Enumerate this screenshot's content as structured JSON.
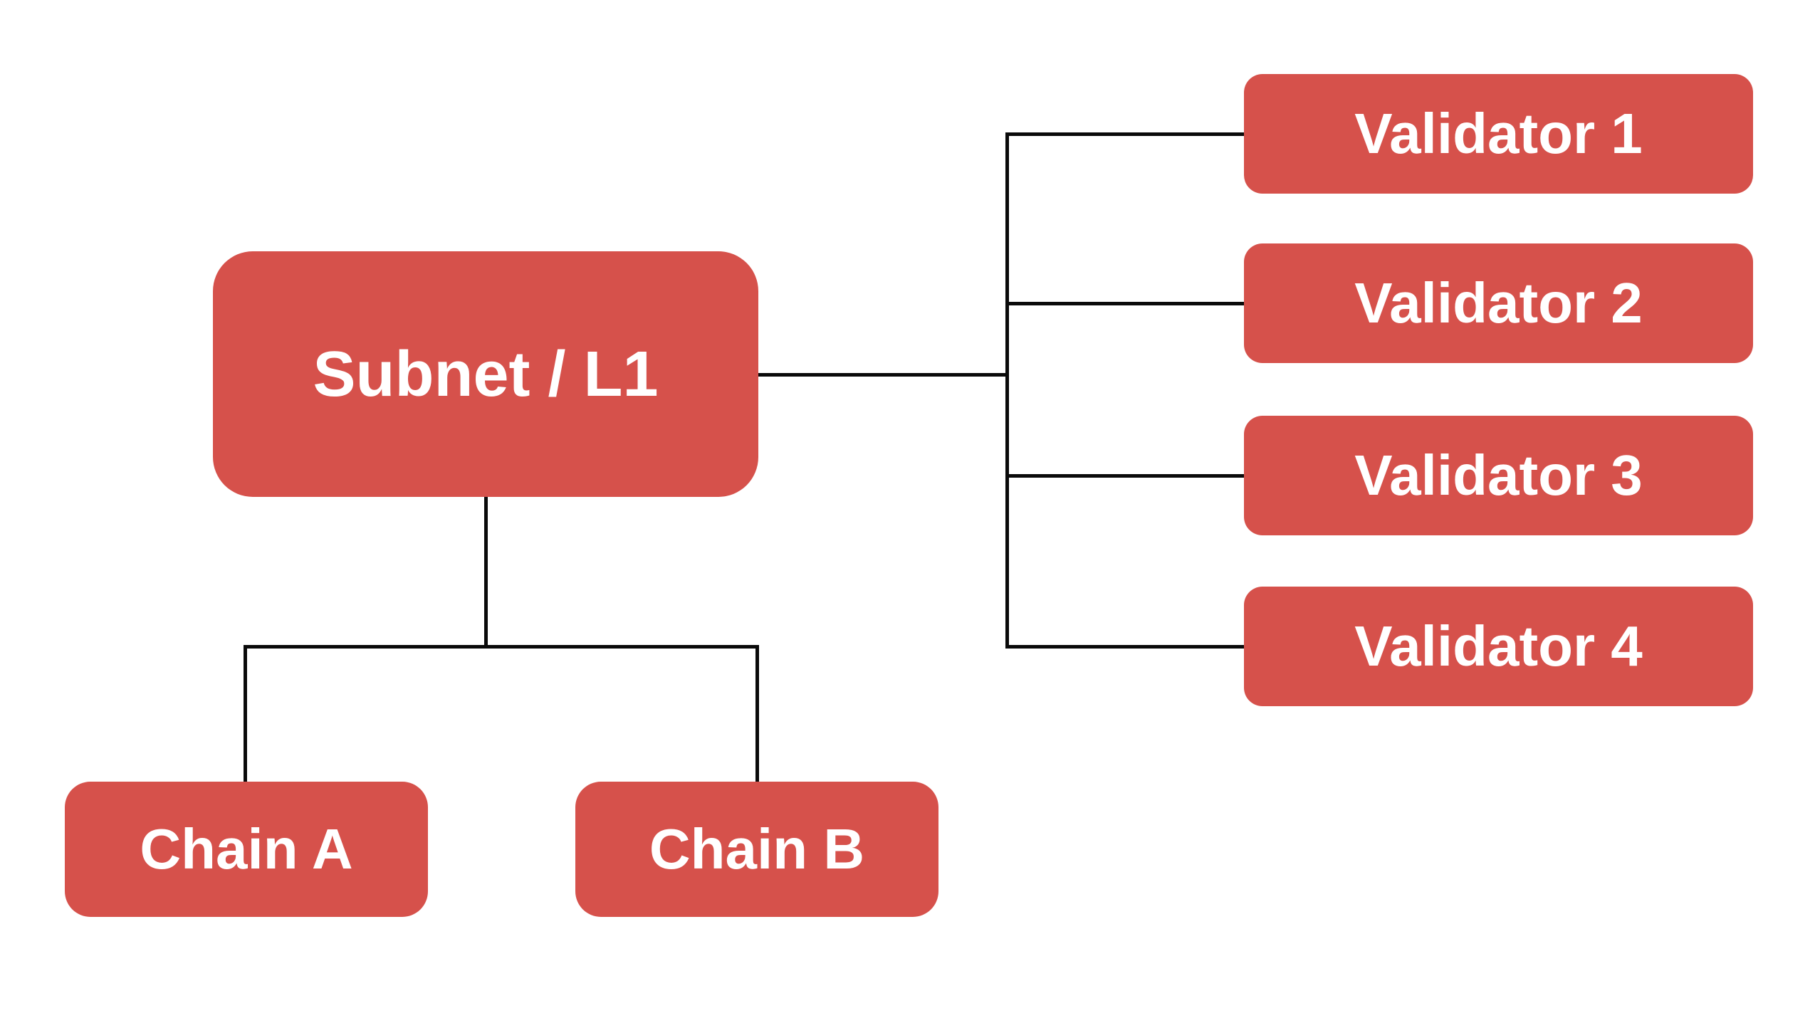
{
  "diagram": {
    "root": {
      "label": "Subnet / L1"
    },
    "validators": [
      {
        "label": "Validator 1"
      },
      {
        "label": "Validator 2"
      },
      {
        "label": "Validator 3"
      },
      {
        "label": "Validator 4"
      }
    ],
    "chains": [
      {
        "label": "Chain A"
      },
      {
        "label": "Chain B"
      }
    ],
    "colors": {
      "node_fill": "#d6514b",
      "node_text": "#ffffff",
      "connector": "#0a0a0a",
      "background": "#ffffff"
    }
  }
}
